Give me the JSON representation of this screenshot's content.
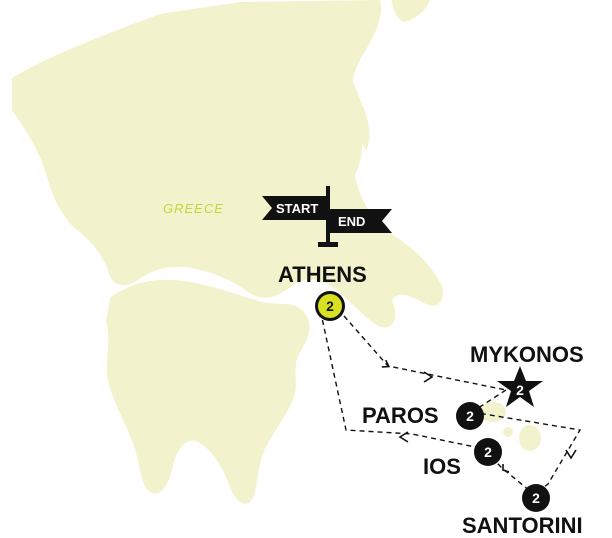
{
  "colors": {
    "land": "#f2f3cc",
    "country_label": "#c8d43a",
    "route": "#111111",
    "marker_fill": "#111111",
    "marker_text": "#ffffff",
    "start_marker_fill": "#d9e021",
    "city_label": "#111111"
  },
  "country_label": "GREECE",
  "flags": {
    "start_label": "START",
    "end_label": "END"
  },
  "stops": [
    {
      "id": "athens",
      "name": "ATHENS",
      "nights": "2",
      "marker": "circle-start"
    },
    {
      "id": "mykonos",
      "name": "MYKONOS",
      "nights": "2",
      "marker": "star"
    },
    {
      "id": "paros",
      "name": "PAROS",
      "nights": "2",
      "marker": "circle"
    },
    {
      "id": "ios",
      "name": "IOS",
      "nights": "2",
      "marker": "circle"
    },
    {
      "id": "santorini",
      "name": "SANTORINI",
      "nights": "2",
      "marker": "circle"
    }
  ]
}
